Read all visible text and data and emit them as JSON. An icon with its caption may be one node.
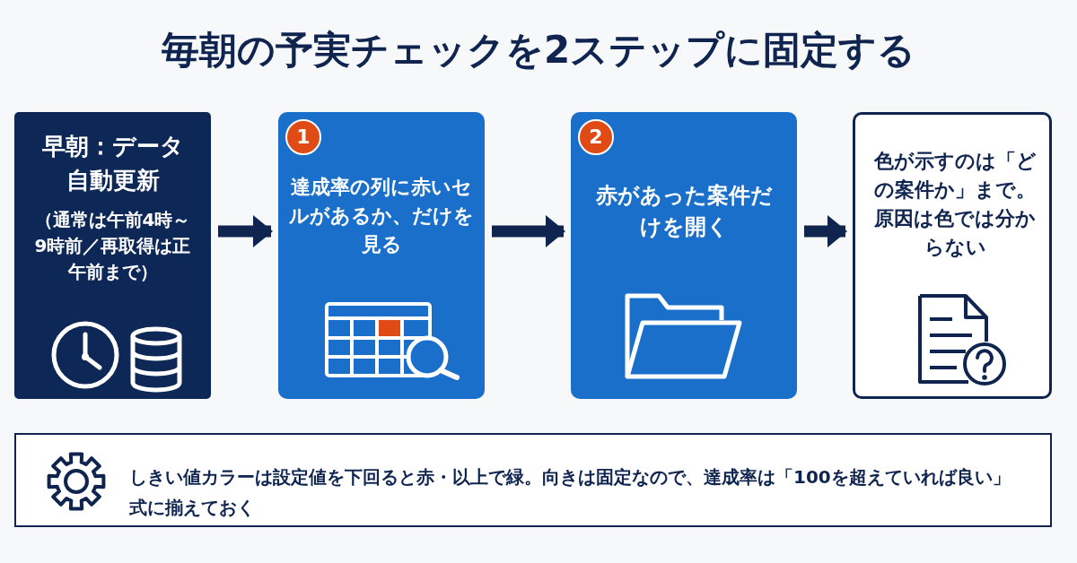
{
  "diagram": {
    "title": "毎朝の予実チェックを2ステップに固定する",
    "nodes": [
      {
        "text": [
          "早朝：データ自動更新",
          "（通常は午前4時～9時前／再取得は正午前まで）"
        ]
      },
      {
        "text": [
          "達成率の列に赤いセルがあるか、だけを見る"
        ]
      },
      {
        "text": [
          "1"
        ],
        "in": 1
      },
      {
        "text": [
          "赤があった案件だけを開く"
        ]
      },
      {
        "text": [
          "2"
        ],
        "in": 3
      },
      {
        "text": [
          "色が示すのは「どの案件か」まで。原因は色では分からない"
        ]
      },
      {
        "text": [
          "しきい値カラーは設定値を下回ると赤・以上で緑。向きは固定なので、達成率は「100を超えていれば良い」式に揃えておく"
        ]
      }
    ],
    "edges": [
      {
        "from": 0,
        "to": 1,
        "arrow": "to"
      },
      {
        "from": 1,
        "to": 3,
        "arrow": "to"
      },
      {
        "from": 3,
        "to": 5,
        "arrow": "to"
      }
    ]
  }
}
